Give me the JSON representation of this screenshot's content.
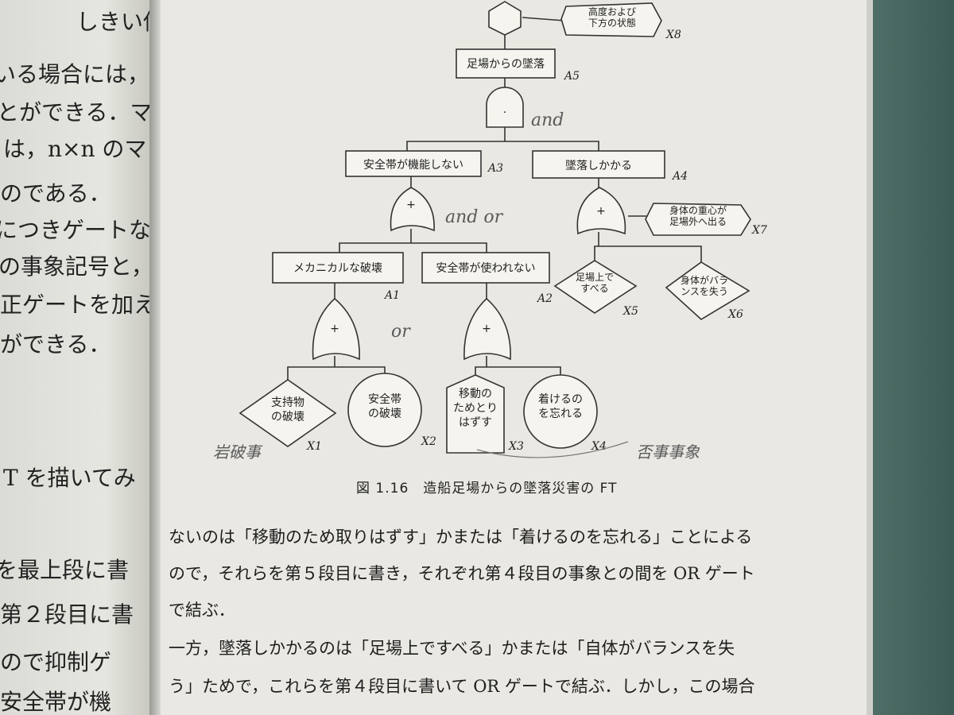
{
  "left_page": {
    "fragments": [
      "しきい値に",
      "いる場合には，行",
      "とができる．マト",
      "は，n×n のマト",
      "のである．",
      "につきゲートなど",
      "の事象記号と，",
      "正ゲートを加え",
      "ができる．",
      "T を描いてみ",
      "を最上段に書",
      "第２段目に書",
      "ので抑制ゲ",
      "安全帯が機"
    ]
  },
  "figure": {
    "nodes": {
      "x8": "高度および\n下方の状態",
      "a5": "足場からの墜落",
      "a3": "安全帯が機能しない",
      "a4": "墜落しかかる",
      "x7": "身体の重心が\n足場外へ出る",
      "a1": "メカニカルな破壊",
      "a2": "安全帯が使われない",
      "x5": "足場上で\nすべる",
      "x6": "身体がバラ\nンスを失う",
      "x1": "支持物\nの破壊",
      "x2": "安全帯\nの破壊",
      "x3": "移動の\nためとり\nはずす",
      "x4": "着けるの\nを忘れる"
    },
    "labels": {
      "x8": "X8",
      "a5": "A5",
      "a3": "A3",
      "a4": "A4",
      "x7": "X7",
      "a1": "A1",
      "a2": "A2",
      "x5": "X5",
      "x6": "X6",
      "x1": "X1",
      "x2": "X2",
      "x3": "X3",
      "x4": "X4"
    },
    "gate_symbols": {
      "and": "·",
      "or": "+"
    },
    "handwriting": [
      "and",
      "and or",
      "or",
      "岩破事",
      "否事事象"
    ],
    "caption": "図 1.16　造船足場からの墜落災害の FT"
  },
  "body_text": [
    "ないのは「移動のため取りはずす」かまたは「着けるのを忘れる」ことによる",
    "ので，それらを第５段目に書き，それぞれ第４段目の事象との間を OR ゲート",
    "で結ぶ．",
    "一方，墜落しかかるのは「足場上ですべる」かまたは「自体がバランスを失",
    "う」ためで，これらを第４段目に書いて OR ゲートで結ぶ．しかし，この場合"
  ]
}
